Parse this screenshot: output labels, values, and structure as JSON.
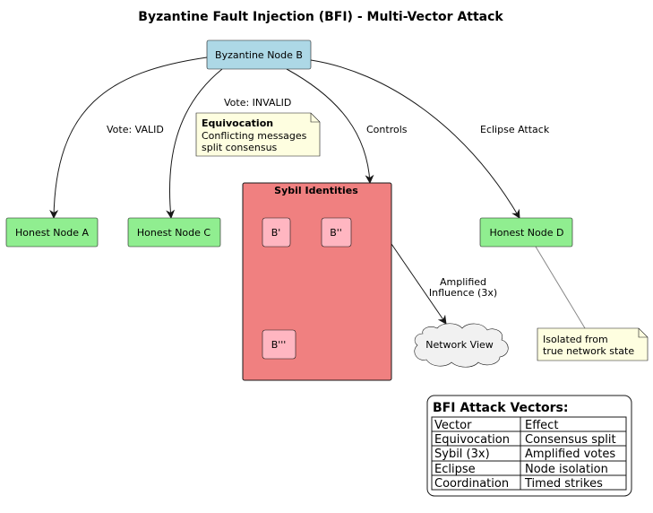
{
  "title": "Byzantine Fault Injection (BFI) - Multi-Vector Attack",
  "nodes": {
    "byzantine": "Byzantine Node B",
    "honest_a": "Honest Node A",
    "honest_c": "Honest Node C",
    "honest_d": "Honest Node D",
    "network_view": "Network View"
  },
  "sybil": {
    "title": "Sybil Identities",
    "b1": "B'",
    "b2": "B''",
    "b3": "B'''"
  },
  "edges": {
    "vote_valid": "Vote: VALID",
    "vote_invalid": "Vote: INVALID",
    "controls": "Controls",
    "eclipse": "Eclipse Attack",
    "amplified_1": "Amplified",
    "amplified_2": "Influence (3x)"
  },
  "notes": {
    "equivocation_title": "Equivocation",
    "equivocation_1": "Conflicting messages",
    "equivocation_2": "split consensus",
    "isolated_1": "Isolated from",
    "isolated_2": "true network state"
  },
  "legend": {
    "title": "BFI Attack Vectors:",
    "header": [
      "Vector",
      "Effect"
    ],
    "rows": [
      [
        "Equivocation",
        "Consensus split"
      ],
      [
        "Sybil (3x)",
        "Amplified votes"
      ],
      [
        "Eclipse",
        "Node isolation"
      ],
      [
        "Coordination",
        "Timed strikes"
      ]
    ]
  },
  "colors": {
    "byzantine_fill": "#ADD8E6",
    "honest_fill": "#90EE90",
    "sybil_fill": "#F08080",
    "sybil_identity_fill": "#FFB6C1",
    "note_fill": "#FEFEE0",
    "cloud_fill": "#F1F1F1"
  }
}
